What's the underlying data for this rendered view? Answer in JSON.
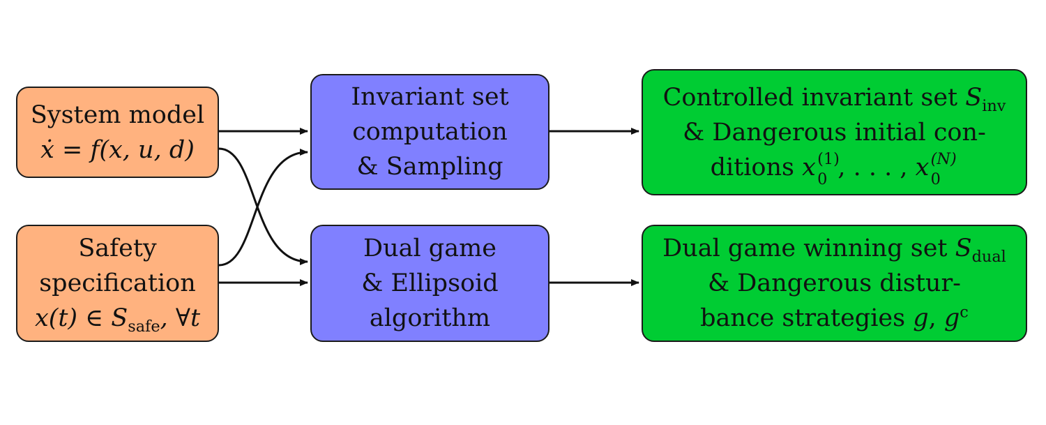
{
  "boxes": {
    "system_model": {
      "line1": "System model",
      "eq_lhs": "ẋ",
      "eq_op": " = ",
      "eq_rhs": "f(x, u, d)"
    },
    "safety_spec": {
      "line1": "Safety",
      "line2": "specification",
      "cond_main": "x(t) ∈ S",
      "cond_sub": "safe",
      "cond_tail": ", ∀t"
    },
    "invariant_computation": {
      "line1": "Invariant set",
      "line2": "computation",
      "line3": "& Sampling"
    },
    "dual_game": {
      "line1": "Dual game",
      "line2": "& Ellipsoid",
      "line3": "algorithm"
    },
    "controlled_invariant": {
      "line1_text": "Controlled invariant set ",
      "line1_sym": "S",
      "line1_sub": "inv",
      "line2": "& Dangerous initial con-",
      "line3_text": "ditions ",
      "line3_sym1": "x",
      "line3_sup1": "(1)",
      "line3_sub1": "0",
      "line3_mid": ", . . . , ",
      "line3_sym2": "x",
      "line3_sup2": "(N)",
      "line3_sub2": "0"
    },
    "dual_winning": {
      "line1_text": "Dual game winning set ",
      "line1_sym": "S",
      "line1_sub": "dual",
      "line2": "& Dangerous distur-",
      "line3_text": "bance strategies ",
      "line3_g": "g",
      "line3_sep": ", ",
      "line3_g2": "g",
      "line3_sup": "c"
    }
  },
  "colors": {
    "input_fill": "#ffb27f",
    "process_fill": "#8080ff",
    "output_fill": "#00cc33",
    "stroke": "#1a1a1a"
  }
}
